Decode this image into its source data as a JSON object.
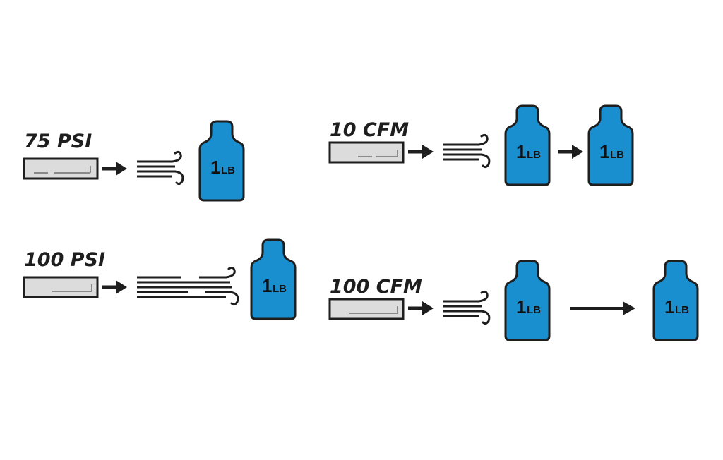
{
  "panels": [
    {
      "id": "psi-75",
      "label": "75 PSI",
      "airflow": "short",
      "weights_moved": 1,
      "weight_text": [
        "1",
        "LB"
      ]
    },
    {
      "id": "cfm-10",
      "label": "10 CFM",
      "airflow": "short",
      "weights_moved": 2,
      "weight_text": [
        "1",
        "LB"
      ]
    },
    {
      "id": "psi-100",
      "label": "100 PSI",
      "airflow": "long",
      "weights_moved": 1,
      "weight_text": [
        "1",
        "LB"
      ]
    },
    {
      "id": "cfm-100",
      "label": "100 CFM",
      "airflow": "short",
      "weights_moved": 2,
      "weight_text": [
        "1",
        "LB"
      ]
    }
  ],
  "colors": {
    "weight_fill": "#1a8fd0",
    "outline": "#1e1e1e",
    "compressor_fill": "#dcdcdc",
    "compressor_detail": "#8a8a8a",
    "arrow": "#1e1e1e"
  },
  "icons": [
    "compressor-icon",
    "arrow-right-icon",
    "airflow-icon",
    "weight-icon"
  ]
}
